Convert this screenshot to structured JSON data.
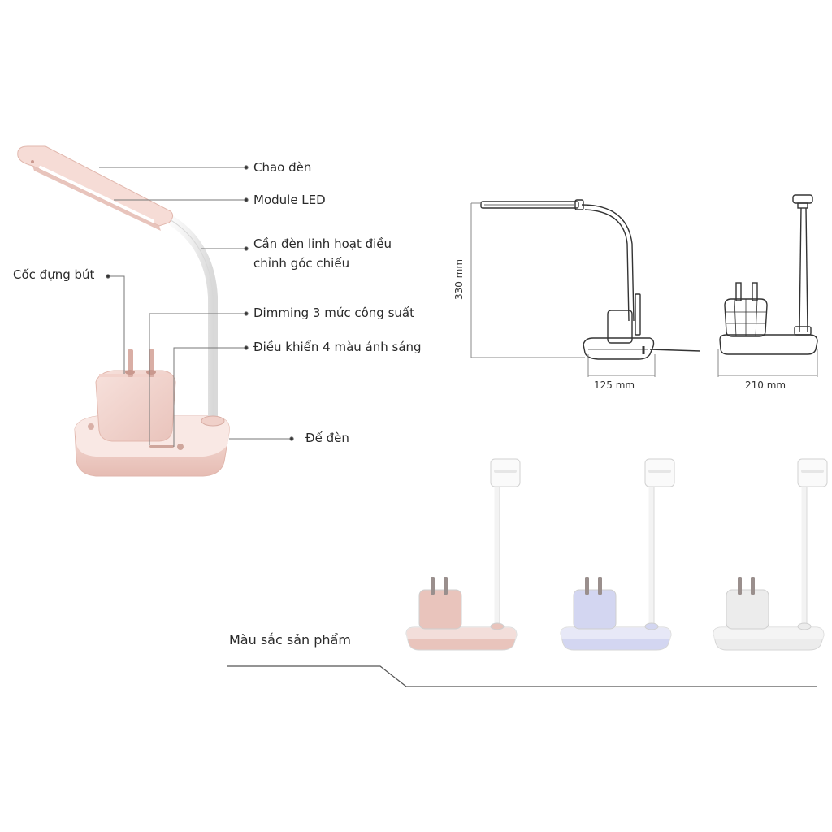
{
  "callouts": {
    "shade": "Chao đèn",
    "led_module": "Module LED",
    "arm_line1": "Cần đèn linh hoạt điều",
    "arm_line2": "chỉnh góc chiếu",
    "pen_cup": "Cốc đựng bút",
    "dimming": "Dimming 3 mức công suất",
    "color_control": "Điều khiển 4 màu ánh sáng",
    "base": "Đế đèn"
  },
  "dimensions": {
    "height": "330 mm",
    "depth": "125 mm",
    "width": "210 mm"
  },
  "colors_section": {
    "title": "Màu sắc sản phẩm",
    "variants": [
      {
        "color": "pink",
        "hex": "#e9c4bc"
      },
      {
        "color": "lavender",
        "hex": "#d3d6f1"
      },
      {
        "color": "white",
        "hex": "#ececec"
      }
    ]
  },
  "accent": {
    "main_lamp": "#f4d7d1",
    "line": "#666666"
  }
}
